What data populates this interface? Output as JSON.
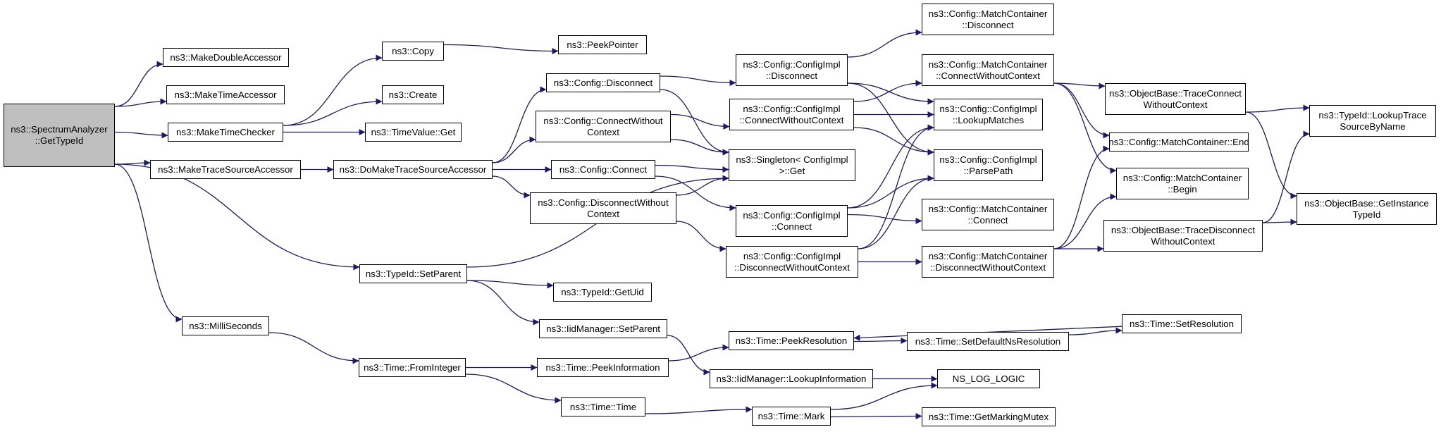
{
  "graph": {
    "edge_color": "#191970",
    "root_fill": "#bfbfbf",
    "nodes": [
      {
        "id": "root",
        "label": "ns3::SpectrumAnalyzer\n::GetTypeId",
        "root": true
      },
      {
        "id": "mda",
        "label": "ns3::MakeDoubleAccessor"
      },
      {
        "id": "mta",
        "label": "ns3::MakeTimeAccessor"
      },
      {
        "id": "mtc",
        "label": "ns3::MakeTimeChecker"
      },
      {
        "id": "mtsa",
        "label": "ns3::MakeTraceSourceAccessor"
      },
      {
        "id": "ms",
        "label": "ns3::MilliSeconds"
      },
      {
        "id": "copy",
        "label": "ns3::Copy"
      },
      {
        "id": "peekptr",
        "label": "ns3::PeekPointer"
      },
      {
        "id": "create",
        "label": "ns3::Create"
      },
      {
        "id": "tvget",
        "label": "ns3::TimeValue::Get"
      },
      {
        "id": "dmtsa",
        "label": "ns3::DoMakeTraceSourceAccessor"
      },
      {
        "id": "cdisc",
        "label": "ns3::Config::Disconnect"
      },
      {
        "id": "cconnwc",
        "label": "ns3::Config::ConnectWithout\nContext"
      },
      {
        "id": "cconn",
        "label": "ns3::Config::Connect"
      },
      {
        "id": "cdiscwc",
        "label": "ns3::Config::DisconnectWithout\nContext"
      },
      {
        "id": "sp",
        "label": "ns3::TypeId::SetParent"
      },
      {
        "id": "getuid",
        "label": "ns3::TypeId::GetUid"
      },
      {
        "id": "iidsp",
        "label": "ns3::IidManager::SetParent"
      },
      {
        "id": "tfi",
        "label": "ns3::Time::FromInteger"
      },
      {
        "id": "tpi",
        "label": "ns3::Time::PeekInformation"
      },
      {
        "id": "ttime",
        "label": "ns3::Time::Time"
      },
      {
        "id": "cidisc",
        "label": "ns3::Config::ConfigImpl\n::Disconnect"
      },
      {
        "id": "ciconnwc",
        "label": "ns3::Config::ConfigImpl\n::ConnectWithoutContext"
      },
      {
        "id": "single",
        "label": "ns3::Singleton< ConfigImpl\n>::Get"
      },
      {
        "id": "ciconn",
        "label": "ns3::Config::ConfigImpl\n::Connect"
      },
      {
        "id": "cidiscwc",
        "label": "ns3::Config::ConfigImpl\n::DisconnectWithoutContext"
      },
      {
        "id": "tpr",
        "label": "ns3::Time::PeekResolution"
      },
      {
        "id": "iidli",
        "label": "ns3::IidManager::LookupInformation"
      },
      {
        "id": "tmark",
        "label": "ns3::Time::Mark"
      },
      {
        "id": "mcdisc",
        "label": "ns3::Config::MatchContainer\n::Disconnect"
      },
      {
        "id": "mcconnwc",
        "label": "ns3::Config::MatchContainer\n::ConnectWithoutContext"
      },
      {
        "id": "lm",
        "label": "ns3::Config::ConfigImpl\n::LookupMatches"
      },
      {
        "id": "pp",
        "label": "ns3::Config::ConfigImpl\n::ParsePath"
      },
      {
        "id": "mcconn",
        "label": "ns3::Config::MatchContainer\n::Connect"
      },
      {
        "id": "mcdiscwc",
        "label": "ns3::Config::MatchContainer\n::DisconnectWithoutContext"
      },
      {
        "id": "tsdnr",
        "label": "ns3::Time::SetDefaultNsResolution"
      },
      {
        "id": "nslog",
        "label": "NS_LOG_LOGIC"
      },
      {
        "id": "tgmm",
        "label": "ns3::Time::GetMarkingMutex"
      },
      {
        "id": "obtcwc",
        "label": "ns3::ObjectBase::TraceConnect\nWithoutContext"
      },
      {
        "id": "mcend",
        "label": "ns3::Config::MatchContainer::End"
      },
      {
        "id": "mcbegin",
        "label": "ns3::Config::MatchContainer\n::Begin"
      },
      {
        "id": "obtdwc",
        "label": "ns3::ObjectBase::TraceDisconnect\nWithoutContext"
      },
      {
        "id": "tsr",
        "label": "ns3::Time::SetResolution"
      },
      {
        "id": "tltsbn",
        "label": "ns3::TypeId::LookupTrace\nSourceByName"
      },
      {
        "id": "obgit",
        "label": "ns3::ObjectBase::GetInstance\nTypeId"
      }
    ],
    "edges": [
      [
        "root",
        "mda"
      ],
      [
        "root",
        "mta"
      ],
      [
        "root",
        "mtc"
      ],
      [
        "root",
        "mtsa"
      ],
      [
        "root",
        "sp"
      ],
      [
        "root",
        "ms"
      ],
      [
        "mtc",
        "copy"
      ],
      [
        "mtc",
        "create"
      ],
      [
        "mtc",
        "tvget"
      ],
      [
        "copy",
        "peekptr"
      ],
      [
        "mtsa",
        "dmtsa"
      ],
      [
        "dmtsa",
        "cdisc"
      ],
      [
        "dmtsa",
        "cconnwc"
      ],
      [
        "dmtsa",
        "cconn"
      ],
      [
        "dmtsa",
        "cdiscwc"
      ],
      [
        "cdisc",
        "cidisc"
      ],
      [
        "cdisc",
        "single"
      ],
      [
        "cconnwc",
        "ciconnwc"
      ],
      [
        "cconnwc",
        "single"
      ],
      [
        "cconn",
        "single"
      ],
      [
        "cconn",
        "ciconn"
      ],
      [
        "cdiscwc",
        "single"
      ],
      [
        "cdiscwc",
        "cidiscwc"
      ],
      [
        "sp",
        "single"
      ],
      [
        "sp",
        "getuid"
      ],
      [
        "sp",
        "iidsp"
      ],
      [
        "iidsp",
        "iidli"
      ],
      [
        "ms",
        "tfi"
      ],
      [
        "tfi",
        "tpi"
      ],
      [
        "tfi",
        "ttime"
      ],
      [
        "tpi",
        "tpr"
      ],
      [
        "ttime",
        "tmark"
      ],
      [
        "cidisc",
        "mcdisc"
      ],
      [
        "cidisc",
        "lm"
      ],
      [
        "cidisc",
        "pp"
      ],
      [
        "ciconnwc",
        "mcconnwc"
      ],
      [
        "ciconnwc",
        "lm"
      ],
      [
        "ciconnwc",
        "pp"
      ],
      [
        "ciconn",
        "lm"
      ],
      [
        "ciconn",
        "pp"
      ],
      [
        "ciconn",
        "mcconn"
      ],
      [
        "cidiscwc",
        "lm"
      ],
      [
        "cidiscwc",
        "pp"
      ],
      [
        "cidiscwc",
        "mcdiscwc"
      ],
      [
        "mcconnwc",
        "obtcwc"
      ],
      [
        "mcconnwc",
        "mcend"
      ],
      [
        "mcconnwc",
        "mcbegin"
      ],
      [
        "mcdiscwc",
        "mcend"
      ],
      [
        "mcdiscwc",
        "mcbegin"
      ],
      [
        "mcdiscwc",
        "obtdwc"
      ],
      [
        "tpr",
        "tsdnr"
      ],
      [
        "tsdnr",
        "tsr"
      ],
      [
        "tsr",
        "tpr"
      ],
      [
        "iidli",
        "nslog"
      ],
      [
        "tmark",
        "nslog"
      ],
      [
        "tmark",
        "tgmm"
      ],
      [
        "obtcwc",
        "tltsbn"
      ],
      [
        "obtcwc",
        "obgit"
      ],
      [
        "obtdwc",
        "tltsbn"
      ],
      [
        "obtdwc",
        "obgit"
      ]
    ]
  }
}
